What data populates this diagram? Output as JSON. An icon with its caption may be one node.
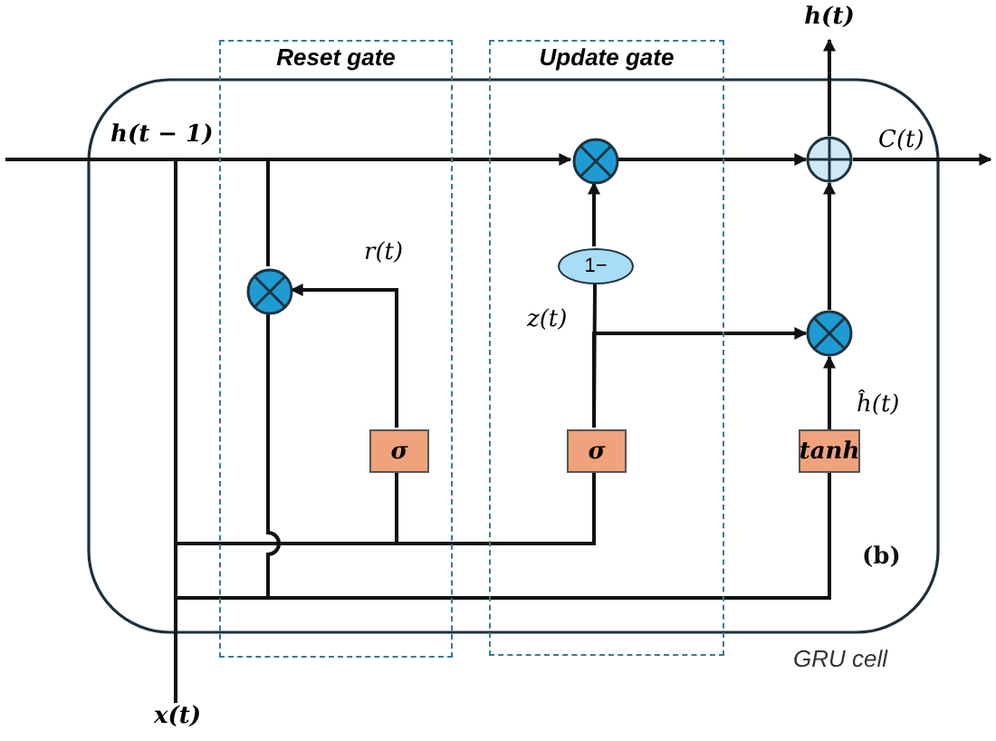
{
  "diagram": {
    "nodes": [
      {
        "text": [
          "Reset gate"
        ]
      },
      {
        "text": [
          "Update gate"
        ]
      },
      {
        "text": [
          "x(t)"
        ]
      },
      {
        "text": [],
        "shape": "circle",
        "in": 0
      },
      {
        "text": [
          "σ"
        ],
        "in": 0
      },
      {
        "text": [],
        "shape": "circle",
        "in": 1
      },
      {
        "text": [
          "1−"
        ],
        "in": 1
      },
      {
        "text": [
          "σ"
        ],
        "in": 1
      },
      {
        "text": [],
        "shape": "circle"
      },
      {
        "text": [],
        "shape": "circle"
      },
      {
        "text": [
          "tanh"
        ]
      },
      {
        "text": [
          "h(t)"
        ]
      }
    ],
    "edges": [
      {
        "from": null,
        "to": 5,
        "arrow": "to",
        "label": "h(t − 1)"
      },
      {
        "from": null,
        "to": 3,
        "arrow": "none"
      },
      {
        "from": null,
        "to": 4,
        "arrow": "none"
      },
      {
        "from": null,
        "to": 7,
        "arrow": "none"
      },
      {
        "from": null,
        "to": 10,
        "arrow": "none"
      },
      {
        "from": 2,
        "to": 4,
        "arrow": "none"
      },
      {
        "from": 2,
        "to": 7,
        "arrow": "none"
      },
      {
        "from": 2,
        "to": 10,
        "arrow": "none"
      },
      {
        "from": 4,
        "to": 3,
        "arrow": "to",
        "label": "r(t)"
      },
      {
        "from": 3,
        "to": 10,
        "arrow": "none"
      },
      {
        "from": 7,
        "to": 6,
        "arrow": "none"
      },
      {
        "from": 6,
        "to": 5,
        "arrow": "to"
      },
      {
        "from": 7,
        "to": 9,
        "arrow": "to",
        "label": "z(t)"
      },
      {
        "from": 10,
        "to": 9,
        "arrow": "to",
        "label": "ĥ(t)"
      },
      {
        "from": 9,
        "to": 8,
        "arrow": "to"
      },
      {
        "from": 5,
        "to": 8,
        "arrow": "to"
      },
      {
        "from": 8,
        "to": null,
        "arrow": "to",
        "label": "C(t)"
      },
      {
        "from": 8,
        "to": 11,
        "arrow": "to"
      }
    ],
    "labels": [
      "(b)",
      "GRU cell"
    ]
  }
}
